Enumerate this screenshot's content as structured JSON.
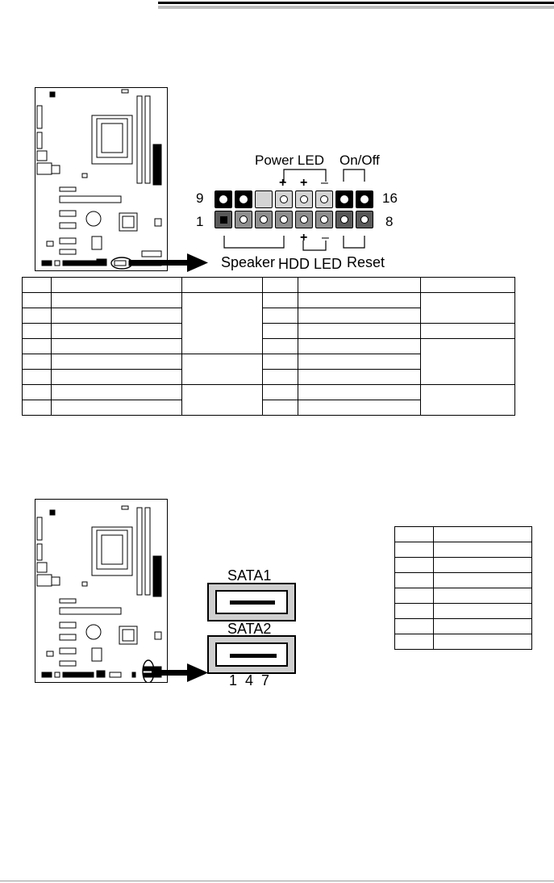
{
  "panel_header": {
    "labels": {
      "power_led": "Power LED",
      "on_off": "On/Off",
      "pin9": "9",
      "pin16": "16",
      "pin1": "1",
      "pin8": "8",
      "speaker": "Speaker",
      "hdd_led": "HDD LED",
      "reset": "Reset",
      "plus1": "+",
      "plus2": "+",
      "minus1": "–",
      "plus3": "+",
      "minus2": "–"
    },
    "rows": 8
  },
  "sata": {
    "sata1_label": "SATA1",
    "sata2_label": "SATA2",
    "pin_numbers": "1  4  7",
    "pin_table_rows": 8
  },
  "colors": {
    "black_pin": "#000000",
    "pale_pin": "#d4d4d4",
    "mid_pin": "#8f8f8f",
    "dark_pin": "#595959"
  }
}
